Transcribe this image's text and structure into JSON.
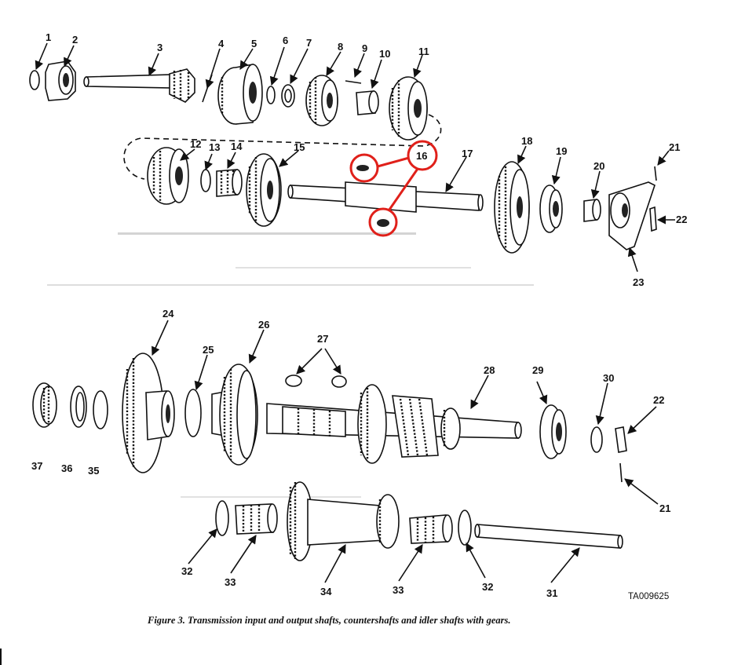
{
  "caption": "Figure 3. Transmission input and output shafts, countershafts and idler shafts with gears.",
  "figure_ref": "TA009625",
  "callouts": [
    "1",
    "2",
    "3",
    "4",
    "5",
    "6",
    "7",
    "8",
    "9",
    "10",
    "11",
    "12",
    "13",
    "14",
    "15",
    "16",
    "17",
    "18",
    "19",
    "20",
    "21",
    "22",
    "23",
    "24",
    "25",
    "26",
    "27",
    "28",
    "29",
    "30",
    "22",
    "21",
    "37",
    "36",
    "35",
    "32",
    "33",
    "34",
    "33",
    "32",
    "31"
  ],
  "highlight_color": "#e0201a",
  "ink_color": "#111111"
}
